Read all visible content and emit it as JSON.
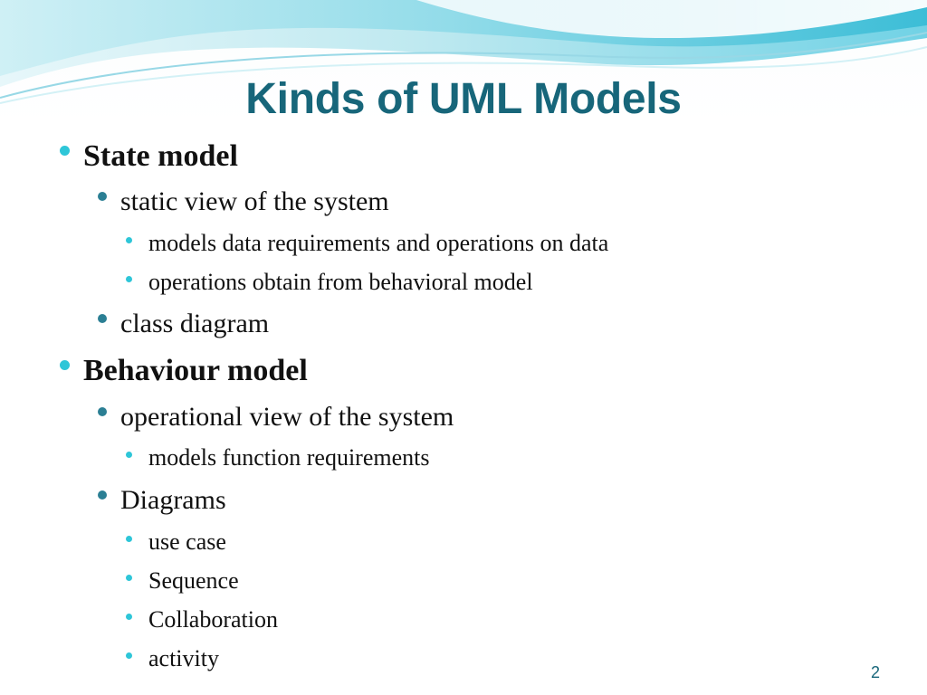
{
  "slide": {
    "title": "Kinds of UML Models",
    "page_number": "2",
    "bullets": [
      "State model",
      "static view of the system",
      "models data requirements and operations on data",
      "operations obtain from behavioral model",
      "class diagram",
      "Behaviour model",
      "operational view of the system",
      "models function requirements",
      "Diagrams",
      "use case",
      "Sequence",
      "Collaboration",
      "activity"
    ]
  },
  "colors": {
    "title": "#17667a",
    "body_text": "#111111",
    "bullet_light": "#2ec6d8",
    "bullet_dark": "#2b7f94",
    "wave_light": "#dff4f8",
    "wave_mid": "#9fdde8",
    "wave_dark": "#4ec3da"
  }
}
